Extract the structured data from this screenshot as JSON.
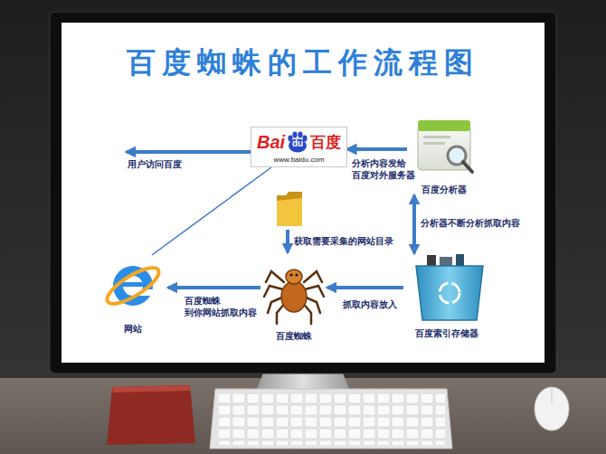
{
  "diagram": {
    "title": "百度蜘蛛的工作流程图",
    "nodes": [
      {
        "text": [
          "Bai",
          "du",
          "百度",
          "www.baidu.com"
        ]
      },
      {
        "text": [
          "百度分析器"
        ]
      },
      {
        "text": [
          "网站"
        ]
      },
      {
        "text": [
          "百度蜘蛛"
        ]
      },
      {
        "text": [
          "百度索引存储器"
        ]
      }
    ],
    "edges": [
      {
        "from": 1,
        "to": 0,
        "arrow": "to",
        "label": "分析内容发给 百度对外服务器"
      },
      {
        "from": 4,
        "to": 1,
        "arrow": "both",
        "label": "分析器不断分析抓取内容"
      },
      {
        "from": 3,
        "to": 2,
        "arrow": "to",
        "label": "百度蜘蛛 到你网站抓取内容"
      },
      {
        "from": 4,
        "to": 3,
        "arrow": "to",
        "label": "抓取内容放入"
      },
      {
        "from": 0,
        "to": 2,
        "arrow": "none"
      }
    ],
    "labels": [
      "用户访问百度",
      "获取需要采集的网站目录"
    ]
  }
}
